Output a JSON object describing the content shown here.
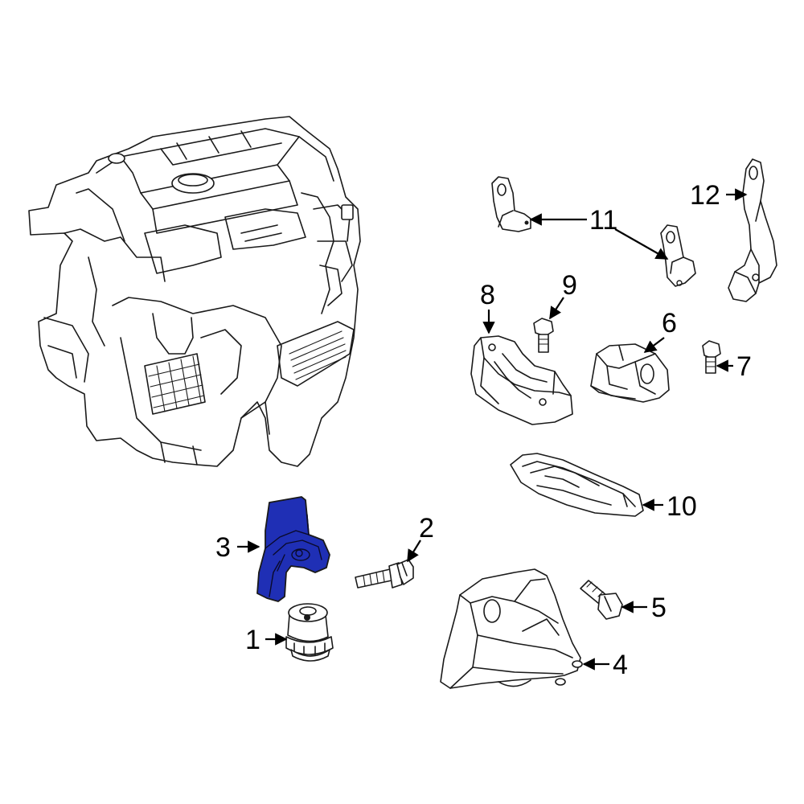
{
  "colors": {
    "highlight": "#1f2fb5",
    "line": "#1a1a1a",
    "background": "#ffffff"
  },
  "callouts": [
    {
      "id": "1",
      "label": "1"
    },
    {
      "id": "2",
      "label": "2"
    },
    {
      "id": "3",
      "label": "3"
    },
    {
      "id": "4",
      "label": "4"
    },
    {
      "id": "5",
      "label": "5"
    },
    {
      "id": "6",
      "label": "6"
    },
    {
      "id": "7",
      "label": "7"
    },
    {
      "id": "8",
      "label": "8"
    },
    {
      "id": "9",
      "label": "9"
    },
    {
      "id": "10",
      "label": "10"
    },
    {
      "id": "11",
      "label": "11"
    },
    {
      "id": "12",
      "label": "12"
    }
  ],
  "highlighted_part": "3"
}
